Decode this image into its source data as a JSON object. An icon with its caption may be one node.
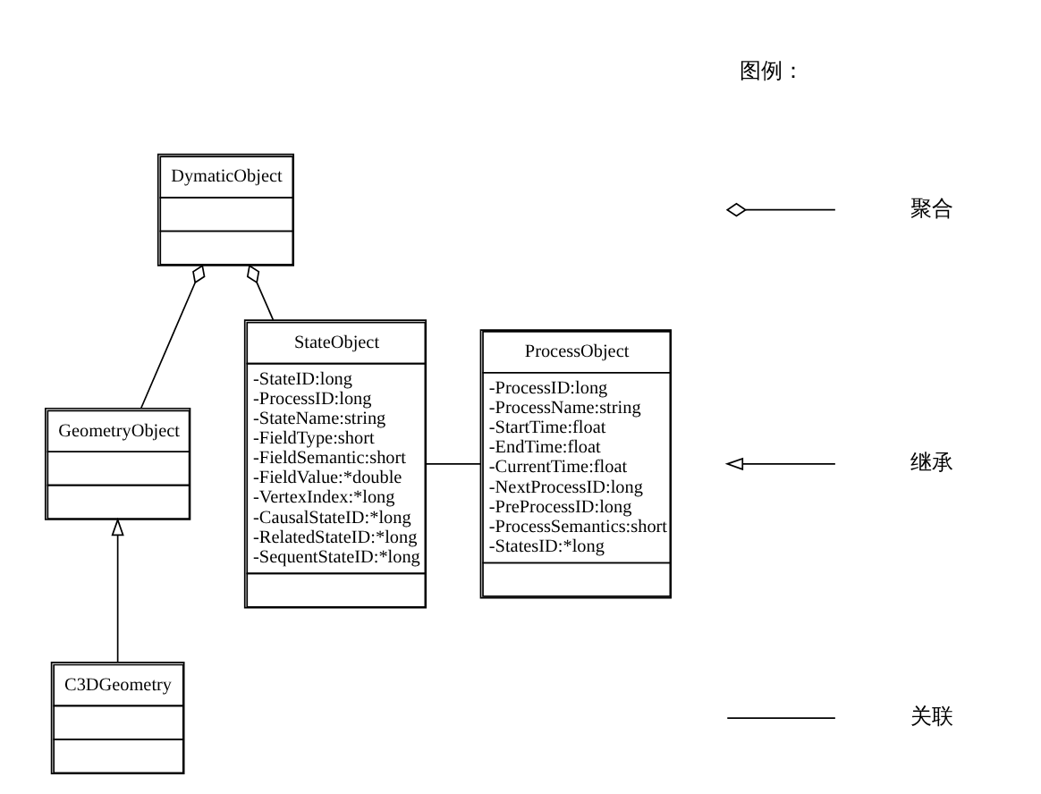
{
  "diagram": {
    "nodes": [
      {
        "text": [
          "DymaticObject"
        ]
      },
      {
        "text": [
          "GeometryObject"
        ]
      },
      {
        "text": [
          "StateObject",
          "-StateID:long",
          "-ProcessID:long",
          "-StateName:string",
          "-FieldType:short",
          "-FieldSemantic:short",
          "-FieldValue:*double",
          "-VertexIndex:*long",
          "-CausalStateID:*long",
          "-RelatedStateID:*long",
          "-SequentStateID:*long"
        ]
      },
      {
        "text": [
          "C3DGeometry"
        ]
      },
      {
        "text": [
          "ProcessObject",
          "-ProcessID:long",
          "-ProcessName:string",
          "-StartTime:float",
          "-EndTime:float",
          "-CurrentTime:float",
          "-NextProcessID:long",
          "-PreProcessID:long",
          "-ProcessSemantics:short",
          "-StatesID:*long"
        ]
      }
    ],
    "edges": [
      {
        "from": 1,
        "to": 0,
        "arrow": "other"
      },
      {
        "from": 2,
        "to": 0,
        "arrow": "other"
      },
      {
        "from": 3,
        "to": 1,
        "arrow": "to"
      },
      {
        "from": 2,
        "to": 4,
        "arrow": "none"
      }
    ],
    "labels": [
      "图例："
    ],
    "legend": [
      {
        "text": "聚合"
      },
      {
        "text": "继承"
      },
      {
        "text": "关联"
      }
    ]
  }
}
